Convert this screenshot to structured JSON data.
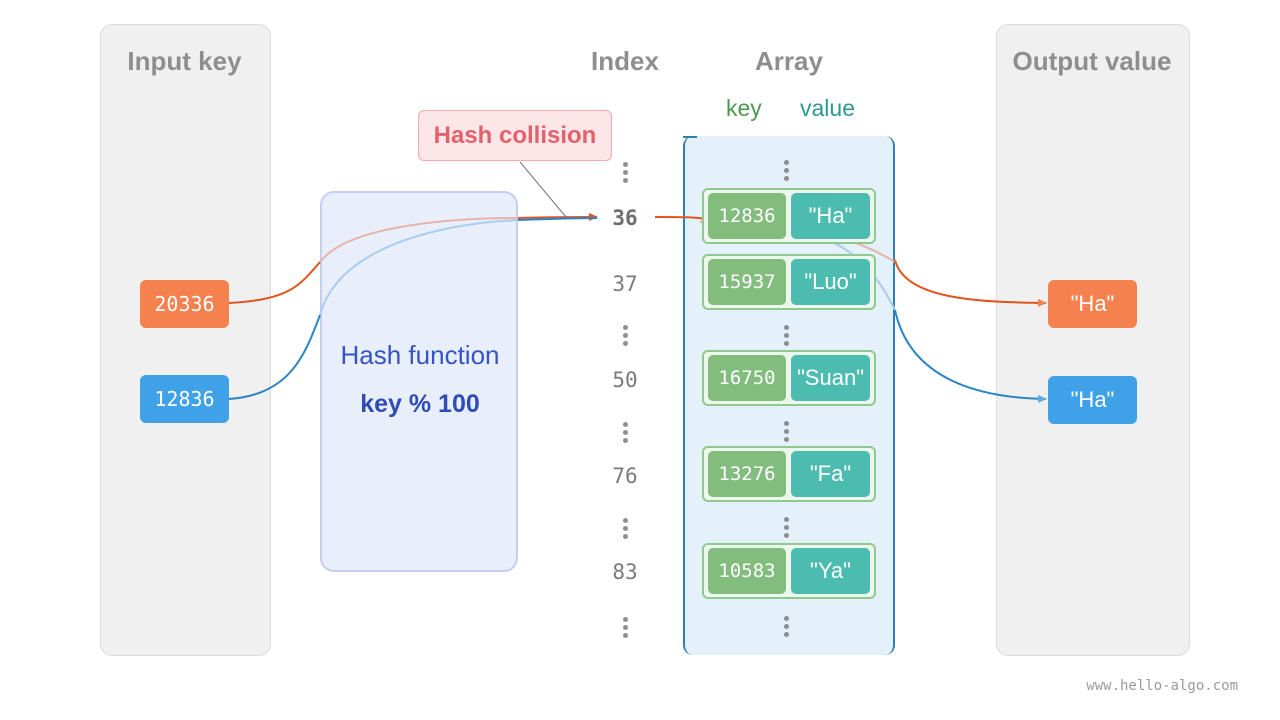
{
  "columns": {
    "input_title": "Input key",
    "index_title": "Index",
    "array_title": "Array",
    "output_title": "Output value"
  },
  "array_header": {
    "key": "key",
    "value": "value"
  },
  "hash_function": {
    "title": "Hash function",
    "formula": "key % 100"
  },
  "collision_label": "Hash collision",
  "inputs": [
    {
      "key": "20336",
      "color": "#f5814f"
    },
    {
      "key": "12836",
      "color": "#3fa1e8"
    }
  ],
  "indices": [
    "36",
    "37",
    "50",
    "76",
    "83"
  ],
  "rows": [
    {
      "key": "12836",
      "value": "\"Ha\""
    },
    {
      "key": "15937",
      "value": "\"Luo\""
    },
    {
      "key": "16750",
      "value": "\"Suan\""
    },
    {
      "key": "13276",
      "value": "\"Fa\""
    },
    {
      "key": "10583",
      "value": "\"Ya\""
    }
  ],
  "outputs": [
    {
      "value": "\"Ha\"",
      "color": "#f5814f"
    },
    {
      "value": "\"Ha\"",
      "color": "#3fa1e8"
    }
  ],
  "colors": {
    "orange": "#e0541e",
    "blue": "#2b85c4",
    "key_green": "#82bd7e",
    "value_teal": "#4dbcb0",
    "array_border": "#2d7fb6"
  },
  "watermark": "www.hello-algo.com"
}
